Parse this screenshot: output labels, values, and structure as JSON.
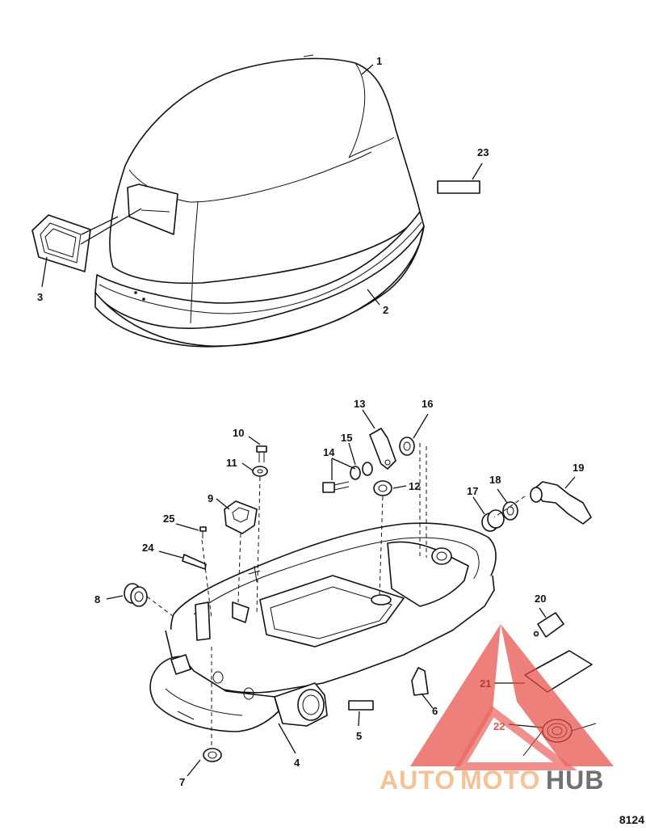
{
  "figure_number": "8124",
  "watermark": {
    "part1": "AUTO",
    "part2": "MOTO",
    "part3": "HUB",
    "color_light": "#f3b882",
    "color_dark": "#595959",
    "triangle_color": "#e8504a"
  },
  "callouts": [
    "1",
    "2",
    "3",
    "4",
    "5",
    "6",
    "7",
    "8",
    "9",
    "10",
    "11",
    "12",
    "13",
    "14",
    "15",
    "16",
    "17",
    "18",
    "19",
    "20",
    "21",
    "22",
    "23",
    "24",
    "25"
  ]
}
